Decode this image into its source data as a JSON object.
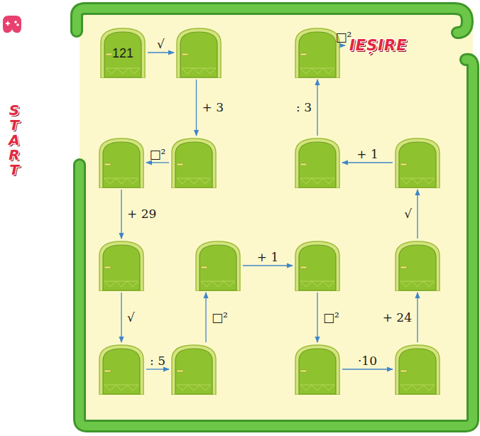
{
  "diagram": {
    "nodes": [
      {
        "text": [
          "121"
        ]
      },
      {
        "text": []
      },
      {
        "text": []
      },
      {
        "text": [
          "IEȘIRE"
        ]
      },
      {
        "text": []
      },
      {
        "text": []
      },
      {
        "text": []
      },
      {
        "text": []
      },
      {
        "text": []
      },
      {
        "text": []
      },
      {
        "text": []
      },
      {
        "text": []
      },
      {
        "text": []
      },
      {
        "text": []
      },
      {
        "text": []
      },
      {
        "text": []
      }
    ],
    "edges": [
      {
        "from": 0,
        "to": 1,
        "label": "√",
        "arrow": "to"
      },
      {
        "from": 1,
        "to": 5,
        "label": "+ 3",
        "arrow": "to"
      },
      {
        "from": 5,
        "to": 4,
        "label": "□²",
        "arrow": "to"
      },
      {
        "from": 4,
        "to": 8,
        "label": "+ 29",
        "arrow": "to"
      },
      {
        "from": 8,
        "to": 12,
        "label": "√",
        "arrow": "to"
      },
      {
        "from": 12,
        "to": 13,
        "label": ": 5",
        "arrow": "to"
      },
      {
        "from": 13,
        "to": 9,
        "label": "□²",
        "arrow": "to"
      },
      {
        "from": 9,
        "to": 10,
        "label": "+ 1",
        "arrow": "to"
      },
      {
        "from": 10,
        "to": 14,
        "label": "□²",
        "arrow": "to"
      },
      {
        "from": 14,
        "to": 15,
        "label": "·10",
        "arrow": "to"
      },
      {
        "from": 15,
        "to": 11,
        "label": "+ 24",
        "arrow": "to"
      },
      {
        "from": 11,
        "to": 7,
        "label": "√",
        "arrow": "to"
      },
      {
        "from": 7,
        "to": 6,
        "label": "+ 1",
        "arrow": "to"
      },
      {
        "from": 6,
        "to": 2,
        "label": ": 3",
        "arrow": "to"
      },
      {
        "from": 2,
        "to": 3,
        "label": "□²",
        "arrow": "to"
      }
    ],
    "labels": [
      "START"
    ]
  }
}
